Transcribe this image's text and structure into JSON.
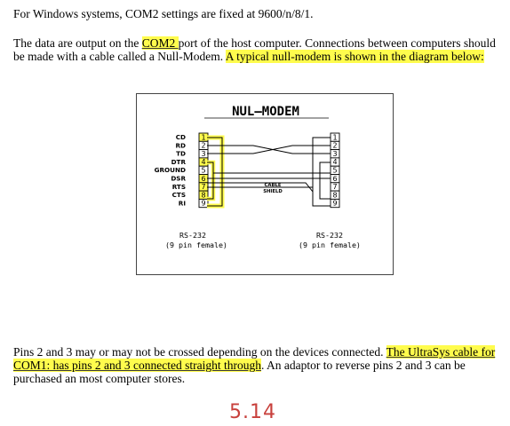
{
  "paragraph1": "For Windows systems, COM2 settings are fixed at 9600/n/8/1.",
  "paragraph2": {
    "before": "The data are output on the ",
    "com2": "COM2 ",
    "middle": "port of the host computer. Connections between computers should be made with a cable called a Null-Modem. ",
    "highlight": "A typical null-modem is shown in the diagram below:"
  },
  "diagram": {
    "title": "NUL—MODEM",
    "signals": [
      "CD",
      "RD",
      "TD",
      "DTR",
      "GROUND",
      "DSR",
      "RTS",
      "CTS",
      "RI"
    ],
    "pins": [
      "1",
      "2",
      "3",
      "4",
      "5",
      "6",
      "7",
      "8",
      "9"
    ],
    "cable_label_1": "CABLE",
    "cable_label_2": "SHIELD",
    "left_caption_1": "RS-232",
    "left_caption_2": "(9 pin female)",
    "right_caption_1": "RS-232",
    "right_caption_2": "(9 pin female)",
    "highlight_color": "#fffc4d"
  },
  "paragraph3": {
    "before": "Pins 2 and 3 may or may not be crossed depending on the devices connected. ",
    "highlight": "The UltraSys cable for COM1: has pins 2 and 3 connected straight through",
    "after": ". An adaptor to reverse pins 2 and 3 can be purchased an most computer stores."
  },
  "handwritten_note": "5.14"
}
